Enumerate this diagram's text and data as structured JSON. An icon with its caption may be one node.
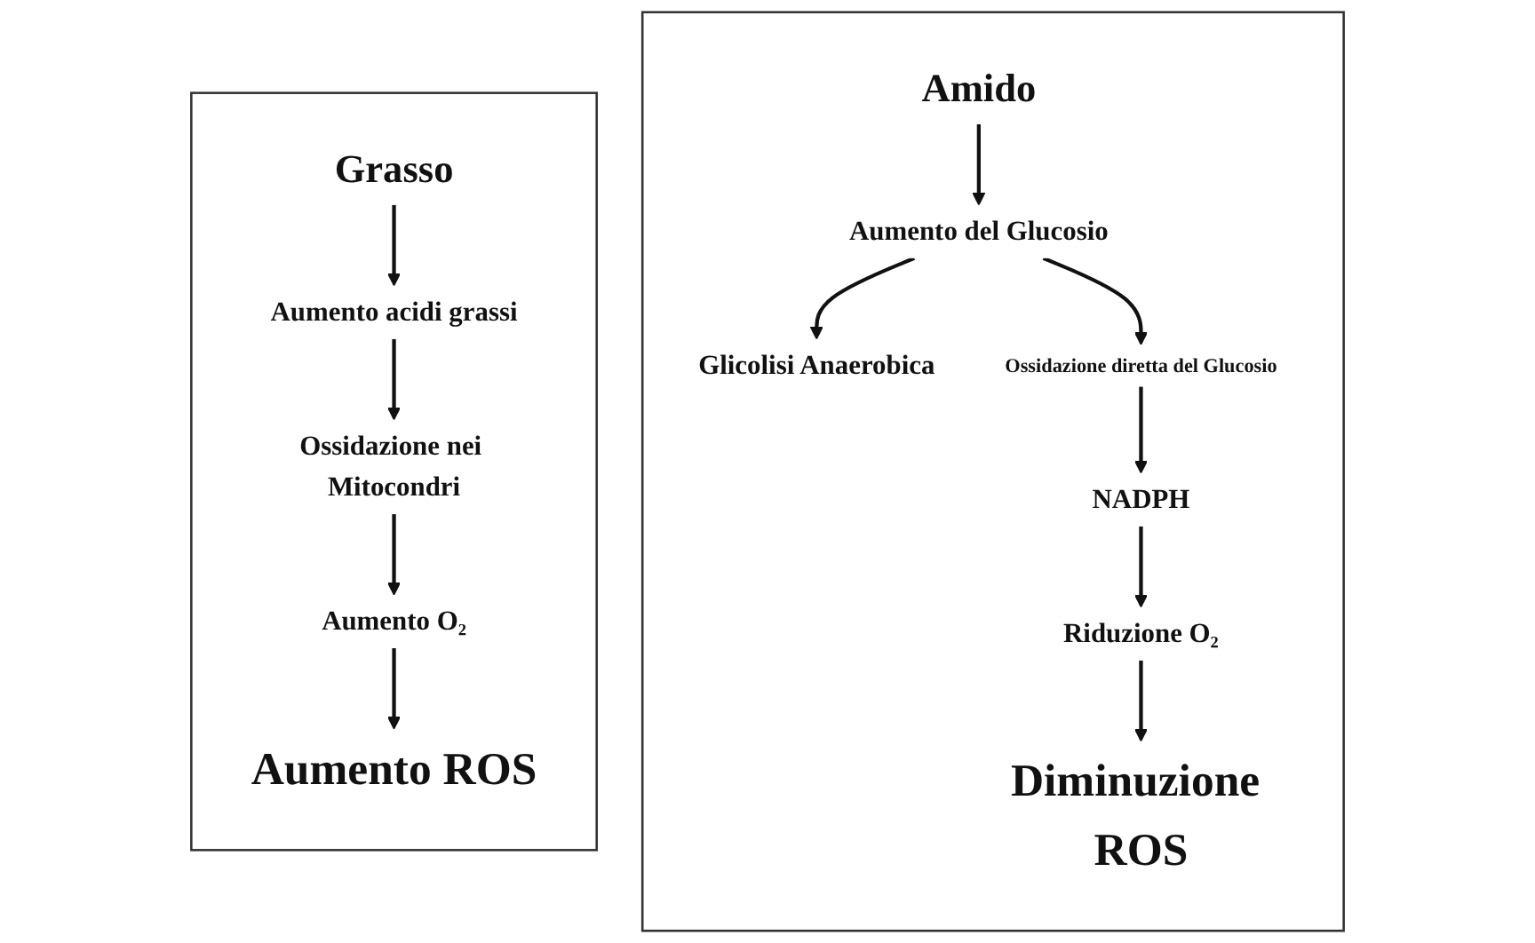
{
  "diagram": {
    "nodes": [
      {
        "text": [],
        "shape": "box"
      },
      {
        "text": [
          "Amido"
        ],
        "in": 0
      },
      {
        "text": [
          "Aumento del Glucosio"
        ],
        "in": 0
      },
      {
        "text": [
          "Glicolisi Anaerobica"
        ],
        "in": 0
      },
      {
        "text": [
          "Ossidazione diretta del Glucosio"
        ],
        "in": 0
      },
      {
        "text": [
          "NADPH"
        ],
        "in": 0
      },
      {
        "text": [
          "Riduzione O₂"
        ],
        "in": 0
      },
      {
        "text": [
          "Diminuzione ROS"
        ],
        "in": 0
      },
      {
        "text": [],
        "shape": "box"
      },
      {
        "text": [
          "Grasso"
        ],
        "in": 8
      },
      {
        "text": [
          "Aumento acidi grassi"
        ],
        "in": 8
      },
      {
        "text": [
          "Ossidazione nei Mitocondri"
        ],
        "in": 8
      },
      {
        "text": [
          "Aumento O₂"
        ],
        "in": 8
      },
      {
        "text": [
          "Aumento ROS"
        ],
        "in": 8
      }
    ],
    "edges": [
      {
        "from": 1,
        "to": 2,
        "arrow": "to"
      },
      {
        "from": 2,
        "to": 3,
        "arrow": "to"
      },
      {
        "from": 2,
        "to": 4,
        "arrow": "to"
      },
      {
        "from": 4,
        "to": 5,
        "arrow": "to"
      },
      {
        "from": 5,
        "to": 6,
        "arrow": "to"
      },
      {
        "from": 6,
        "to": 7,
        "arrow": "to"
      },
      {
        "from": 9,
        "to": 10,
        "arrow": "to"
      },
      {
        "from": 10,
        "to": 11,
        "arrow": "to"
      },
      {
        "from": 11,
        "to": 12,
        "arrow": "to"
      },
      {
        "from": 12,
        "to": 13,
        "arrow": "to"
      }
    ]
  }
}
